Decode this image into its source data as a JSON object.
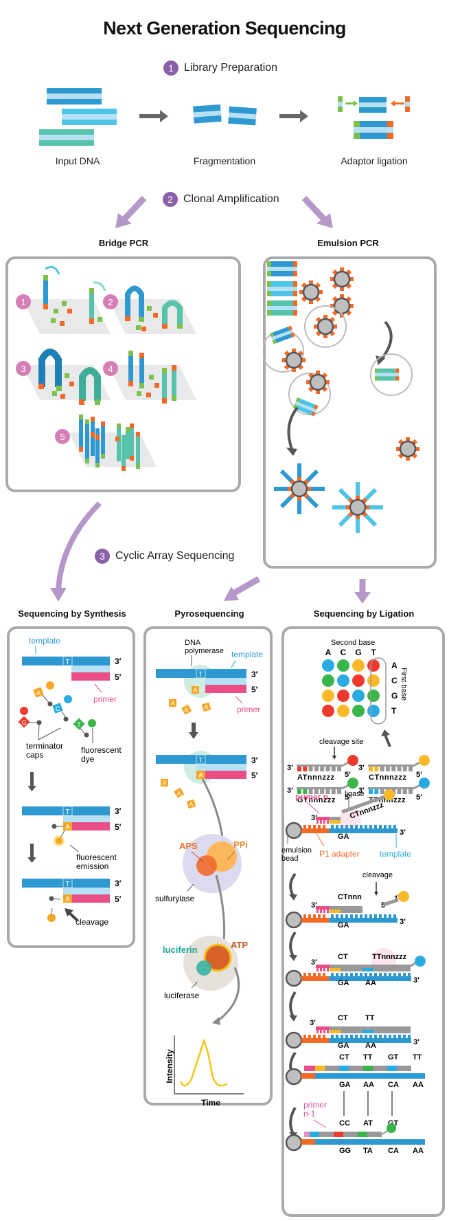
{
  "title": "Next Generation Sequencing",
  "steps": [
    {
      "number": "1",
      "label": "Library Preparation"
    },
    {
      "number": "2",
      "label": "Clonal Amplification"
    },
    {
      "number": "3",
      "label": "Cyclic Array Sequencing"
    }
  ],
  "library_prep": {
    "captions": [
      "Input DNA",
      "Fragmentation",
      "Adaptor ligation"
    ]
  },
  "amplification": {
    "bridge_pcr": {
      "title": "Bridge PCR",
      "stages": [
        "1",
        "2",
        "3",
        "4",
        "5"
      ]
    },
    "emulsion_pcr": {
      "title": "Emulsion PCR"
    }
  },
  "sequencing": {
    "synthesis": {
      "title": "Sequencing by Synthesis",
      "template_label": "template",
      "primer_label": "primer",
      "base_T": "T",
      "base_A": "A",
      "end_3": "3′",
      "end_5": "5′",
      "nucleotides": [
        "A",
        "C",
        "G",
        "T"
      ],
      "terminator_caps": "terminator caps",
      "terminator_caps_l1": "terminator",
      "terminator_caps_l2": "caps",
      "fluorescent_dye_l1": "fluorescent",
      "fluorescent_dye_l2": "dye",
      "emission_l1": "fluorescent",
      "emission_l2": "emission",
      "cleavage": "cleavage"
    },
    "pyro": {
      "title": "Pyrosequencing",
      "polymerase_l1": "DNA",
      "polymerase_l2": "polymerase",
      "template_label": "template",
      "primer_label": "primer",
      "base_T": "T",
      "base_A": "A",
      "end_3": "3′",
      "end_5": "5′",
      "aps": "APS",
      "ppi": "PPi",
      "sulfurylase": "sulfurylase",
      "luciferin": "luciferin",
      "atp": "ATP",
      "luciferase": "luciferase",
      "y_axis": "Intensity",
      "x_axis": "Time"
    },
    "ligation": {
      "title": "Sequencing by Ligation",
      "second_base": "Second base",
      "first_base": "First base",
      "columns": [
        "A",
        "C",
        "G",
        "T"
      ],
      "rows": [
        "A",
        "C",
        "G",
        "T"
      ],
      "matrix_colors": [
        [
          "#29abe2",
          "#39b54a",
          "#fbb829",
          "#ee3a2c"
        ],
        [
          "#39b54a",
          "#29abe2",
          "#ee3a2c",
          "#fbb829"
        ],
        [
          "#fbb829",
          "#ee3a2c",
          "#29abe2",
          "#39b54a"
        ],
        [
          "#ee3a2c",
          "#fbb829",
          "#39b54a",
          "#29abe2"
        ]
      ],
      "cleavage_site": "cleavage site",
      "probes": [
        {
          "seq": "ATnnnzzz",
          "color": "#ee3a2c"
        },
        {
          "seq": "CTnnnzzz",
          "color": "#fbb829"
        },
        {
          "seq": "GTnnnzzz",
          "color": "#39b54a"
        },
        {
          "seq": "TTnnnzzz",
          "color": "#29abe2"
        }
      ],
      "primer_n": "primer n",
      "ligase": "ligase",
      "probe_ct": "CTnnnzzz",
      "emulsion_bead_l1": "emulsion",
      "emulsion_bead_l2": "bead",
      "p1_adapter": "P1 adapter",
      "template": "template",
      "cleavage": "cleavage",
      "ctnnn": "CTnnn",
      "zzz": "zzz",
      "ttnnnzzz": "TTnnnzzz",
      "end_3": "3′",
      "end_5": "5′",
      "row_reads": {
        "ct": "CT",
        "tt": "TT",
        "gt": "GT",
        "ga": "GA",
        "aa": "AA",
        "ca": "CA",
        "cc": "CC",
        "at": "AT",
        "gg": "GG",
        "ta": "TA"
      },
      "primer_n1_l1": "primer",
      "primer_n1_l2": "n-1"
    }
  },
  "colors": {
    "purple_arrow": "#b598c9",
    "step_badge": "#8a5fa8",
    "stage_badge": "#d57fb5",
    "blue": "#2e98d1",
    "light_blue": "#b6e0f4",
    "cyan": "#4ec5e6",
    "teal": "#58c3ac",
    "green": "#7dc14c",
    "orange": "#f26a26",
    "pink": "#e94e86",
    "yellow": "#f5a623",
    "gray": "#999999"
  }
}
